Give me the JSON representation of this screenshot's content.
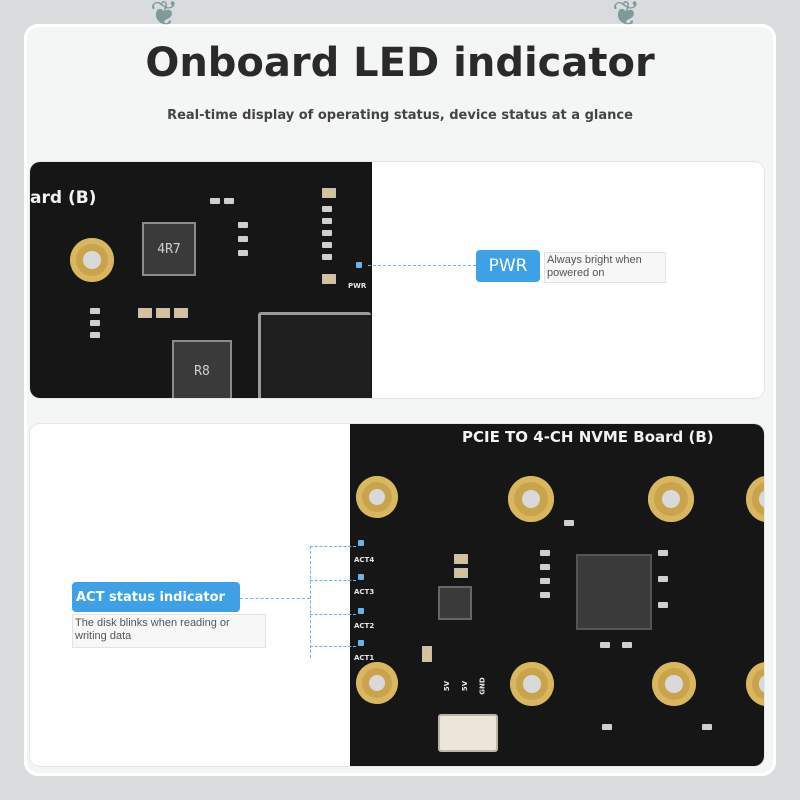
{
  "header": {
    "title": "Onboard LED indicator",
    "subtitle": "Real-time display of operating status, device status at a glance"
  },
  "panel_pwr": {
    "board_label": "ard (B)",
    "inductor_top": "4R7",
    "inductor_bottom": "R8",
    "silk_pwr": "PWR",
    "tag": "PWR",
    "description_line1": "Always bright when",
    "description_line2": "powered on"
  },
  "panel_act": {
    "board_label": "PCIE TO 4-CH NVME Board (B)",
    "silk_act4": "ACT4",
    "silk_act3": "ACT3",
    "silk_act2": "ACT2",
    "silk_act1": "ACT1",
    "silk_5v_a": "5V",
    "silk_5v_b": "5V",
    "silk_gnd": "GND",
    "tag": "ACT status indicator",
    "description_line1": "The disk blinks when reading or",
    "description_line2": "writing data"
  },
  "colors": {
    "accent": "#3ea0e6",
    "pcb": "#161616",
    "gold": "#c9a44c"
  }
}
